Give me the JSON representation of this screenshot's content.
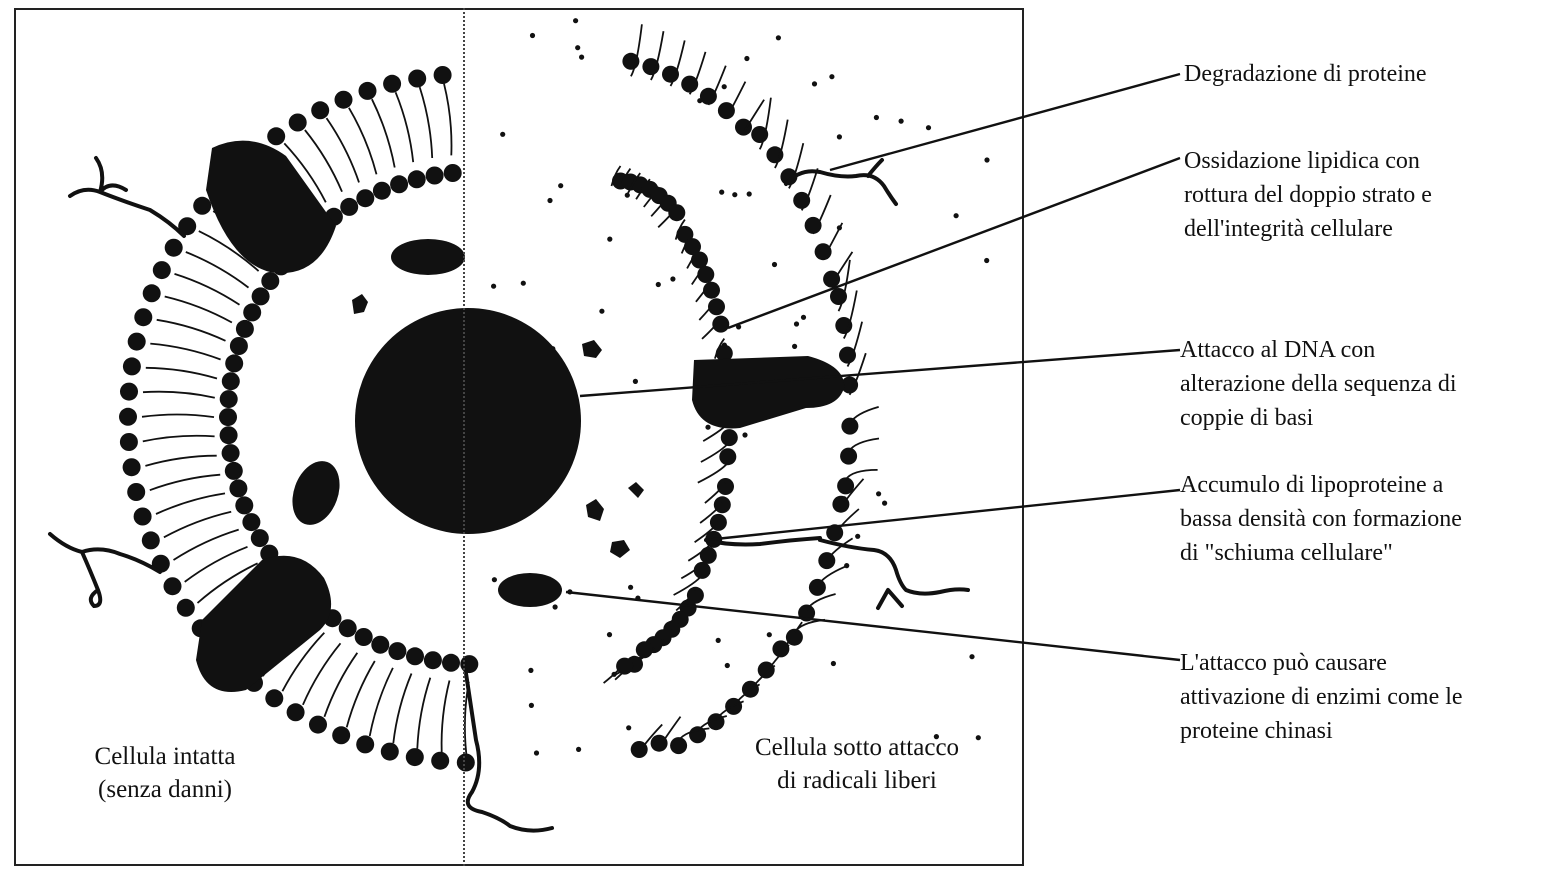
{
  "labels": {
    "intact_cell": "Cellula intatta\n(senza danni)",
    "attacked_cell": "Cellula sotto attacco\ndi radicali liberi"
  },
  "annotations": [
    {
      "id": "protein-degradation",
      "text": "Degradazione di proteine"
    },
    {
      "id": "lipid-oxidation",
      "text": "Ossidazione lipidica con\nrottura del doppio strato e\ndell'integrità cellulare"
    },
    {
      "id": "dna-attack",
      "text": "Attacco al DNA con\nalterazione della sequenza di\ncoppie di basi"
    },
    {
      "id": "ldl-accumulation",
      "text": "Accumulo di lipoproteine a\nbassa densità con formazione\ndi \"schiuma cellulare\""
    },
    {
      "id": "enzyme-activation",
      "text": "L'attacco può causare\nattivazione di enzimi come le\nproteine chinasi"
    }
  ],
  "colors": {
    "ink": "#111111",
    "background": "#ffffff"
  }
}
